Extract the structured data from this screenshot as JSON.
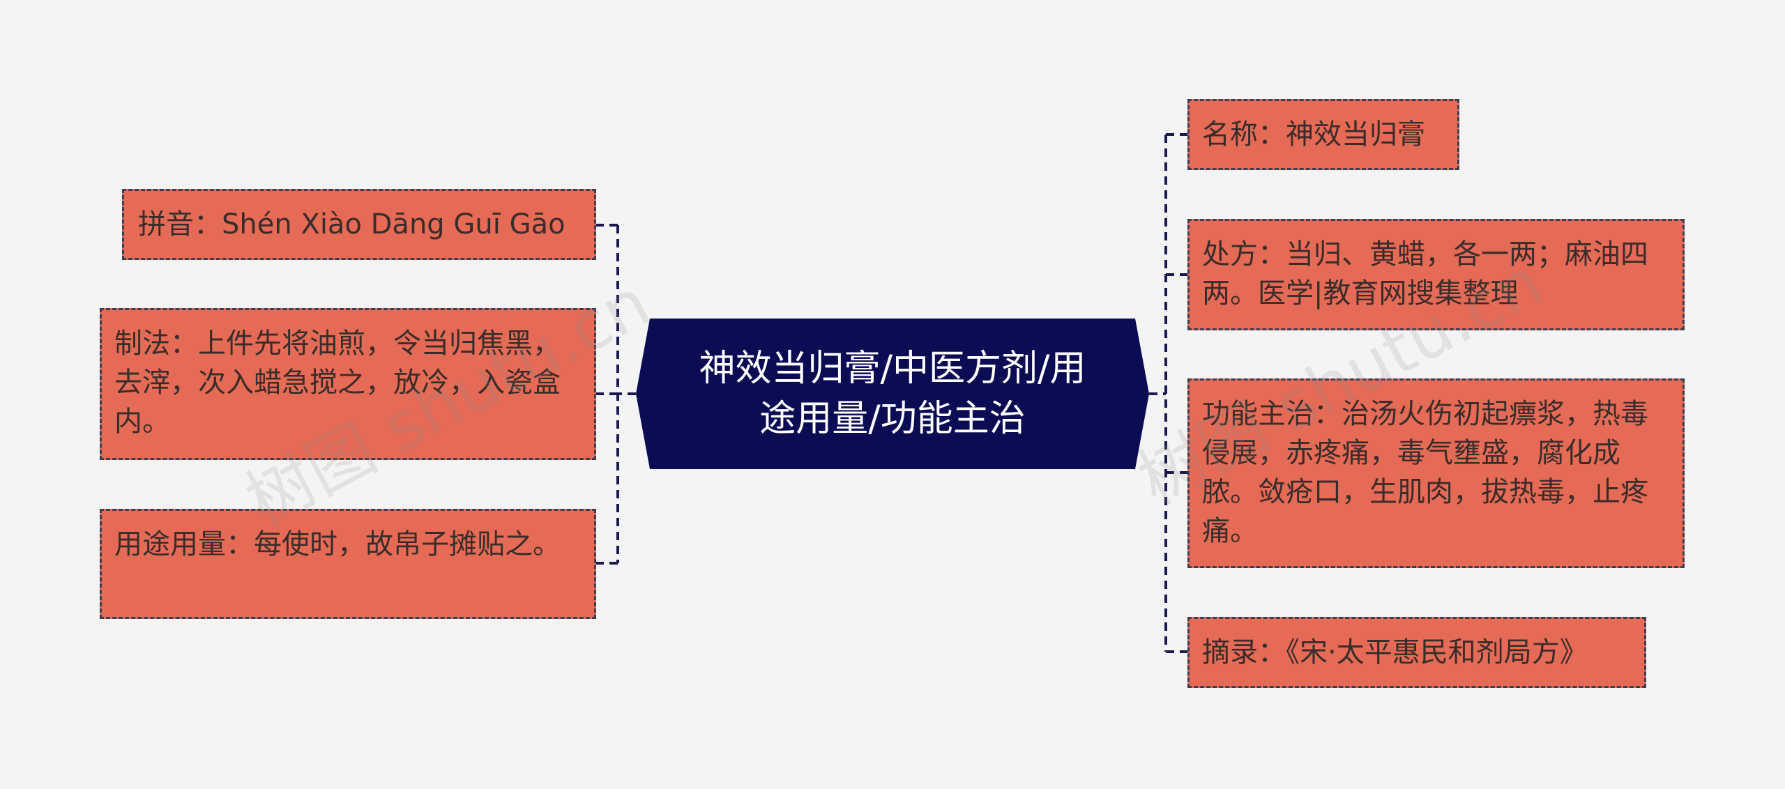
{
  "center": {
    "title": "神效当归膏/中医方剂/用途用量/功能主治"
  },
  "left_nodes": [
    {
      "text": "拼音：Shén Xiào Dāng Guī Gāo"
    },
    {
      "text": "制法：上件先将油煎，令当归焦黑，去滓，次入蜡急搅之，放冷，入瓷盒内。"
    },
    {
      "text": "用途用量：每使时，故帛子摊贴之。"
    }
  ],
  "right_nodes": [
    {
      "text": "名称：神效当归膏"
    },
    {
      "text": "处方：当归、黄蜡，各一两；麻油四两。医学|教育网搜集整理"
    },
    {
      "text": "功能主治：治汤火伤初起瘭浆，热毒侵展，赤疼痛，毒气壅盛，腐化成脓。敛疮口，生肌肉，拔热毒，止疼痛。"
    },
    {
      "text": "摘录：《宋·太平惠民和剂局方》"
    }
  ],
  "watermarks": [
    "树图 shutu.cn",
    "树图 shutu.cn"
  ],
  "colors": {
    "background": "#f4f4f5",
    "center_fill": "#0c0c55",
    "node_fill": "#e56b57",
    "connector": "#1a1a4e"
  }
}
